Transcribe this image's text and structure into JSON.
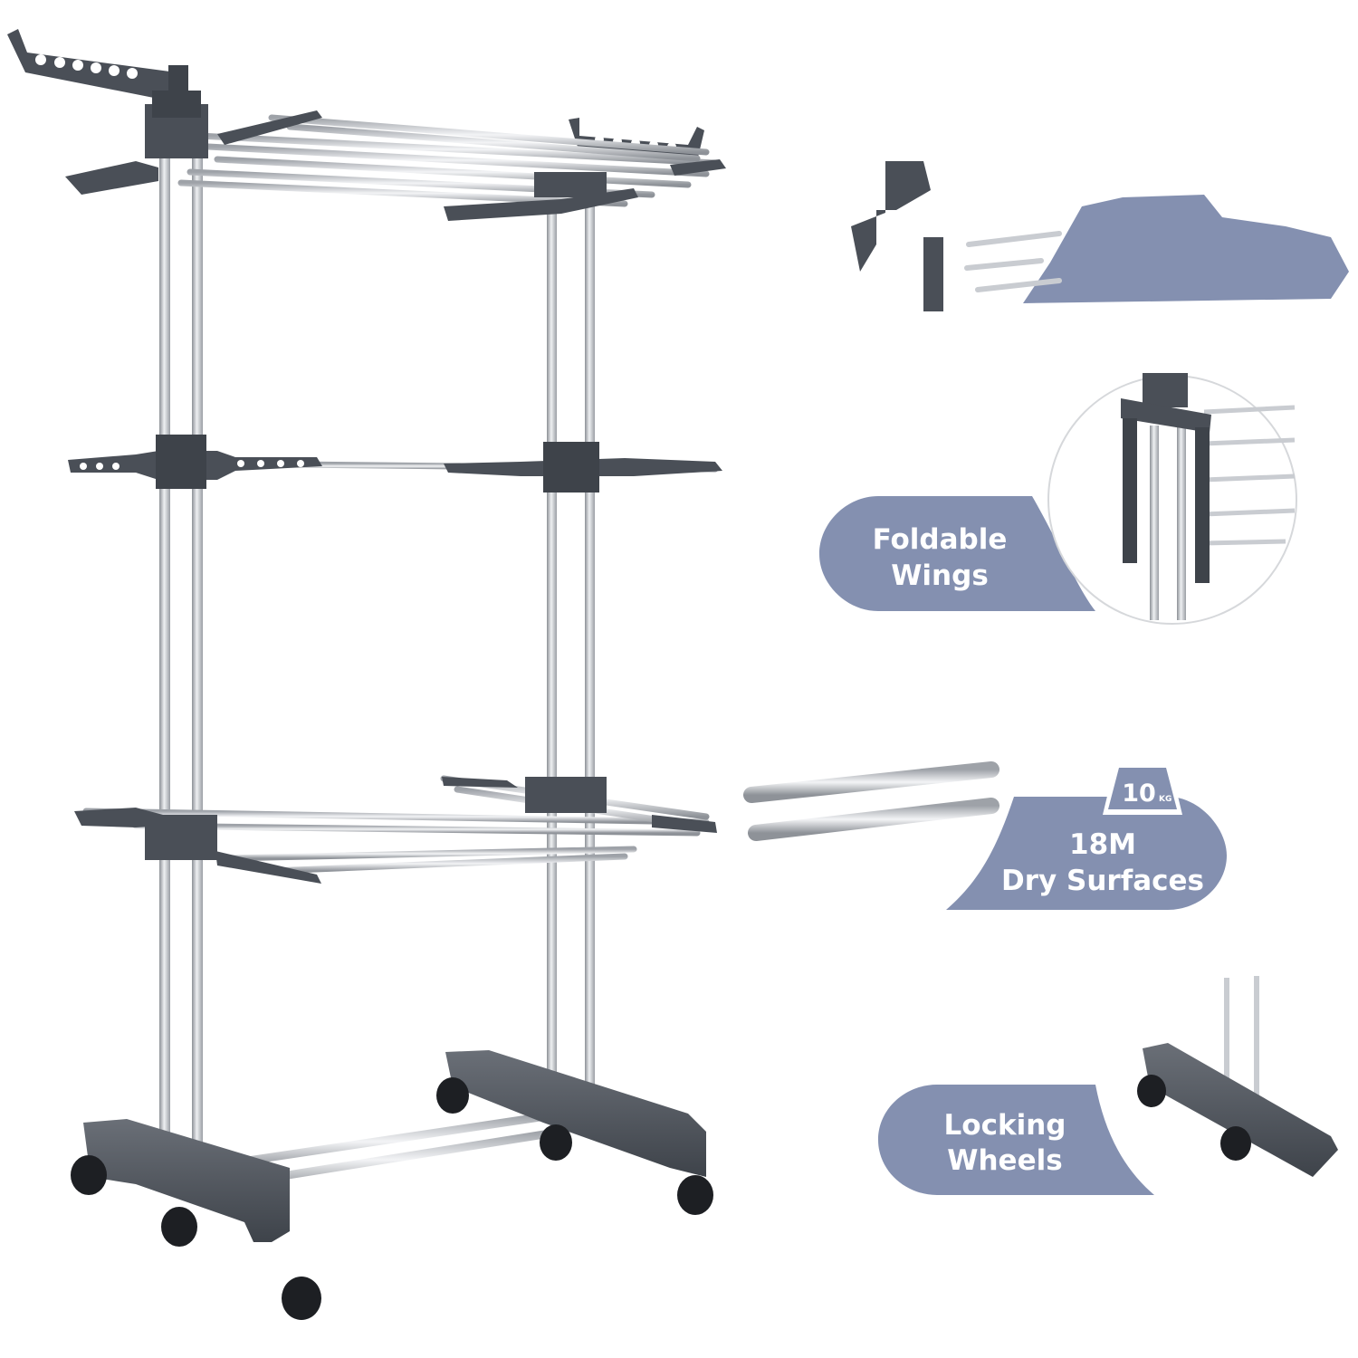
{
  "callouts": {
    "foldable_line1": "Foldable",
    "foldable_line2": "Wings",
    "weight_value": "10",
    "weight_unit": "KG",
    "surfaces_line1": "18M",
    "surfaces_line2": "Dry Surfaces",
    "locking_line1": "Locking",
    "locking_line2": "Wheels"
  },
  "colors": {
    "badge": "#8490b0",
    "frame_dark": "#4a4f57",
    "steel": "#c9ccd1"
  },
  "icons": [
    "weight-icon"
  ]
}
